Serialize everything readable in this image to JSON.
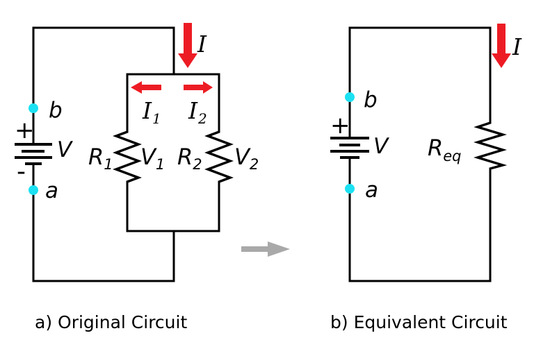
{
  "colors": {
    "background": "#ffffff",
    "wire": "#000000",
    "arrow_red": "#ed1c24",
    "node_cyan": "#1be1f2",
    "gray_arrow": "#a9a9a9"
  },
  "original": {
    "caption": "a) Original Circuit",
    "battery": {
      "plus": "+",
      "minus": "-",
      "label": "V"
    },
    "node_top": "b",
    "node_bottom": "a",
    "current_main": "I",
    "current_left": {
      "base": "I",
      "sub": "1"
    },
    "current_right": {
      "base": "I",
      "sub": "2"
    },
    "resistor_left": {
      "base": "R",
      "sub": "1"
    },
    "voltage_left": {
      "base": "V",
      "sub": "1"
    },
    "resistor_right": {
      "base": "R",
      "sub": "2"
    },
    "voltage_right": {
      "base": "V",
      "sub": "2"
    }
  },
  "equivalent": {
    "caption": "b) Equivalent Circuit",
    "battery": {
      "plus": "+",
      "label": "V"
    },
    "node_top": "b",
    "node_bottom": "a",
    "current_main": "I",
    "resistor": {
      "base": "R",
      "sub": "eq"
    }
  }
}
